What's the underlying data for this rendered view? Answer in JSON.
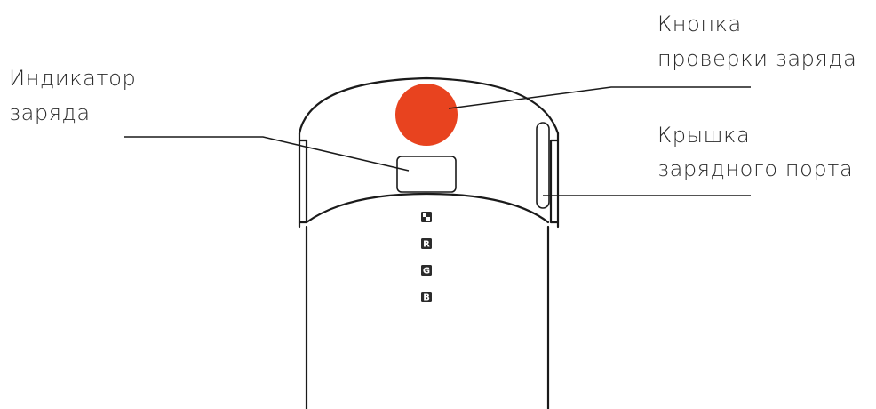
{
  "callouts": {
    "charge_check_button": {
      "line1": "Кнопка",
      "line2": "проверки заряда"
    },
    "charge_indicator": {
      "line1": "Индикатор",
      "line2": "заряда"
    },
    "charging_port_cover": {
      "line1": "Крышка",
      "line2": "зарядного порта"
    }
  },
  "mode_icons": [
    {
      "name": "mode-icon-split",
      "letter": ""
    },
    {
      "name": "mode-icon-r",
      "letter": "R"
    },
    {
      "name": "mode-icon-g",
      "letter": "G"
    },
    {
      "name": "mode-icon-b",
      "letter": "B"
    }
  ],
  "colors": {
    "button": "#e8431f",
    "outline": "#1a1a1a",
    "icon": "#2b2b2b"
  }
}
